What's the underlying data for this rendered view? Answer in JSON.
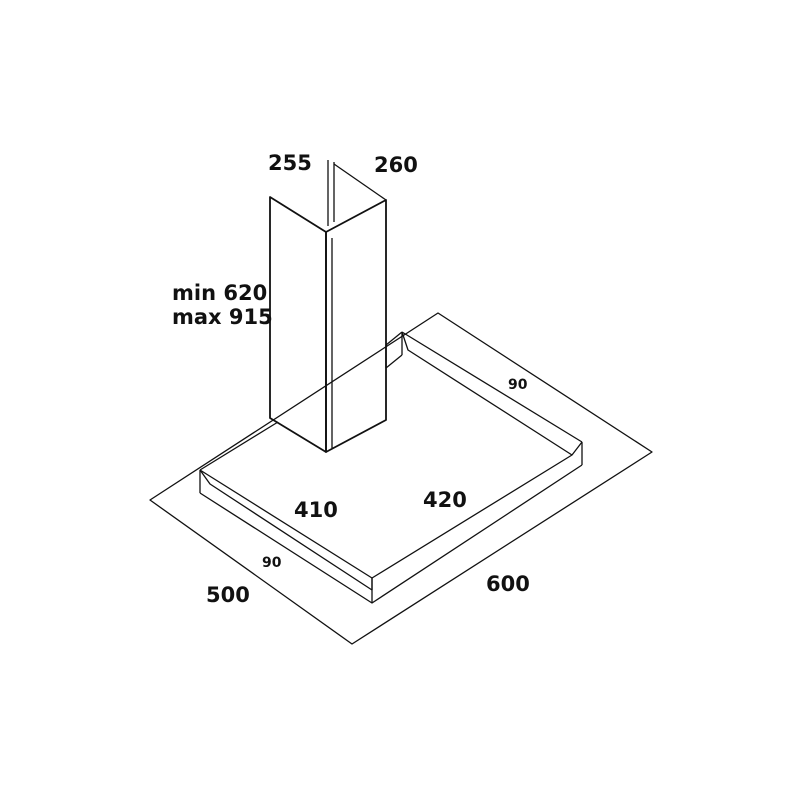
{
  "dimensions": {
    "chimney_top_left": "255",
    "chimney_top_right": "260",
    "chimney_height_min": "min 620",
    "chimney_height_max": "max 915",
    "canopy_depth_inner": "410",
    "canopy_width_inner": "420",
    "canopy_height_right": "90",
    "canopy_height_left": "90",
    "canopy_depth": "500",
    "canopy_width": "600"
  },
  "colors": {
    "line": "#111111",
    "background": "#ffffff"
  }
}
